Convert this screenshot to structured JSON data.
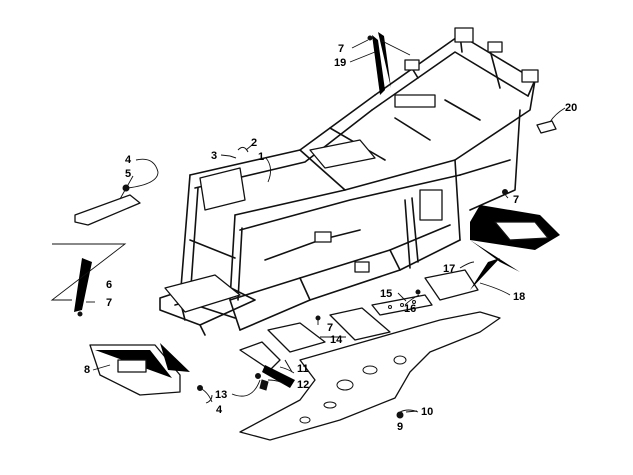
{
  "diagram": {
    "callouts": [
      {
        "id": "c1",
        "text": "1"
      },
      {
        "id": "c2",
        "text": "2"
      },
      {
        "id": "c3",
        "text": "3"
      },
      {
        "id": "c4a",
        "text": "4"
      },
      {
        "id": "c5",
        "text": "5"
      },
      {
        "id": "c6",
        "text": "6"
      },
      {
        "id": "c7a",
        "text": "7"
      },
      {
        "id": "c8",
        "text": "8"
      },
      {
        "id": "c13",
        "text": "13"
      },
      {
        "id": "c4b",
        "text": "4"
      },
      {
        "id": "c11",
        "text": "11"
      },
      {
        "id": "c12",
        "text": "12"
      },
      {
        "id": "c7b",
        "text": "7"
      },
      {
        "id": "c14",
        "text": "14"
      },
      {
        "id": "c15",
        "text": "15"
      },
      {
        "id": "c16",
        "text": "16"
      },
      {
        "id": "c17",
        "text": "17"
      },
      {
        "id": "c18",
        "text": "18"
      },
      {
        "id": "c10",
        "text": "10"
      },
      {
        "id": "c9",
        "text": "9"
      },
      {
        "id": "c7c",
        "text": "7"
      },
      {
        "id": "c7d",
        "text": "7"
      },
      {
        "id": "c19",
        "text": "19"
      },
      {
        "id": "c20",
        "text": "20"
      }
    ]
  }
}
